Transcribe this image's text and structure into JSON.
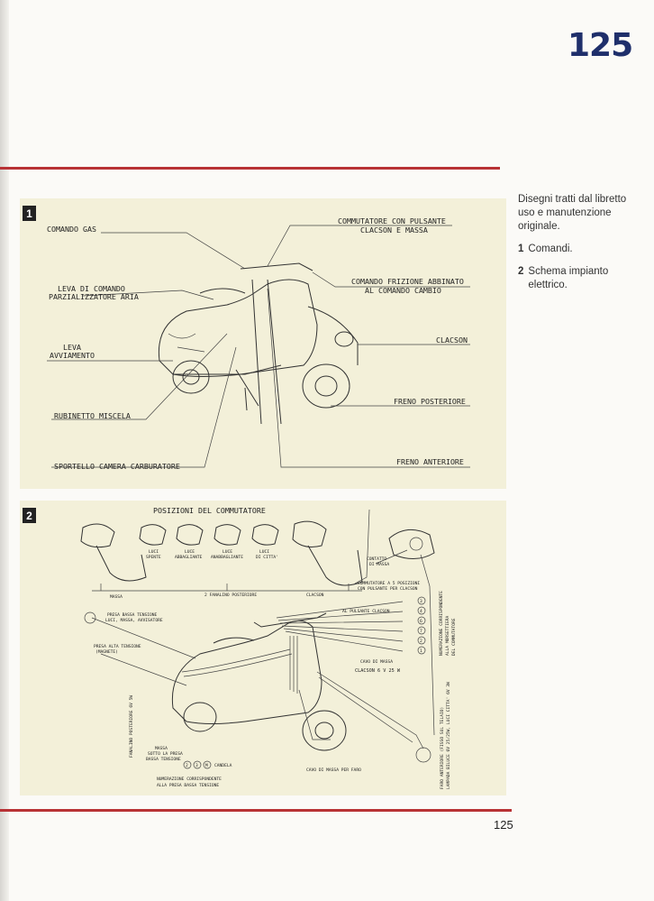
{
  "header": {
    "page_number_large": "125"
  },
  "sidebar": {
    "intro": "Disegni tratti dal libretto uso e manutenzione originale.",
    "captions": [
      {
        "num": "1",
        "text": "Comandi."
      },
      {
        "num": "2",
        "text": "Schema impianto elettrico."
      }
    ]
  },
  "figure1": {
    "badge": "1",
    "labels": {
      "comando_gas": "COMANDO GAS",
      "commutatore_1": "COMMUTATORE CON PULSANTE",
      "commutatore_2": "CLACSON E MASSA",
      "leva_comando_1": "LEVA DI COMANDO",
      "leva_comando_2": "PARZIALIZZATORE ARIA",
      "comando_frizione_1": "COMANDO FRIZIONE ABBINATO",
      "comando_frizione_2": "AL COMANDO CAMBIO",
      "leva_avviamento_1": "LEVA",
      "leva_avviamento_2": "AVVIAMENTO",
      "clacson": "CLACSON",
      "freno_posteriore": "FRENO POSTERIORE",
      "rubinetto_miscela": "RUBINETTO MISCELA",
      "sportello": "SPORTELLO CAMERA CARBURATORE",
      "freno_anteriore": "FRENO ANTERIORE"
    }
  },
  "figure2": {
    "badge": "2",
    "title": "POSIZIONI DEL COMMUTATORE",
    "positions": {
      "luci_spente_1": "LUCI",
      "luci_spente_2": "SPENTE",
      "abbagliante_1": "LUCE",
      "abbagliante_2": "ABBAGLIANTE",
      "anabbagliante_1": "LUCE",
      "anabbagliante_2": "ANABBAGLIANTE",
      "citta_1": "LUCI",
      "citta_2": "DI CITTA'",
      "massa": "MASSA",
      "fanalino": "2 FANALINO POSTERIORE",
      "clacson": "CLACSON"
    },
    "labels": {
      "contatto_massa_1": "CONTATTO",
      "contatto_massa_2": "DI MASSA",
      "commutatore_1": "COMMUTATORE A 5 POSIZIONI",
      "commutatore_2": "CON PULSANTE PER CLACSON",
      "al_pulsante": "AL PULSANTE CLACSON",
      "presa_bassa_1": "PRESA BASSA TENSIONE",
      "presa_bassa_2": "LUCI, MASSA, AVVISATORE",
      "presa_alta_1": "PRESA ALTA TENSIONE",
      "presa_alta_2": "(MAGNETE)",
      "cavo_massa": "CAVO DI MASSA",
      "clacson_spec": "CLACSON 6 V 25 W",
      "numerazione_right_1": "NUMERAZIONE CORRISPONDENTE",
      "numerazione_right_2": "ALLA MORSETTIERA",
      "numerazione_right_3": "DEL COMMUTATORE",
      "fanalino_post": "FANALINO POSTERIORE 6V 5W",
      "massa_presa_1": "MASSA",
      "massa_presa_2": "SOTTO LA PRESA",
      "massa_presa_3": "BASSA TENSIONE",
      "candela": "CANDELA",
      "numerazione_bottom_1": "NUMERAZIONE CORRISPONDENTE",
      "numerazione_bottom_2": "ALLA PRESA BASSA TENSIONE",
      "cavo_faro": "CAVO DI MASSA PER FARO",
      "faro_1": "FARO ANTERIORE (FISSO SUL TELAIO)",
      "faro_2": "LAMPADA BILUCE 6V 25/25W, LUCI CITTA' 6V 3W"
    },
    "terminals": [
      "3",
      "4",
      "6",
      "7",
      "2",
      "1"
    ],
    "bottom_terminals": [
      "2",
      "3",
      "M"
    ]
  },
  "footer": {
    "page_number": "125"
  }
}
